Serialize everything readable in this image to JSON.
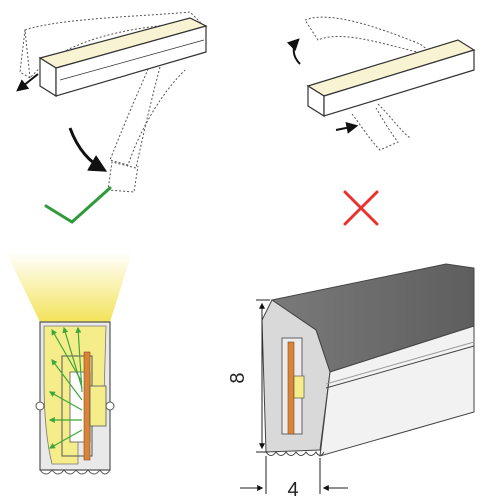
{
  "colors": {
    "correct_mark": "#2e9a3a",
    "wrong_mark": "#e8322b",
    "led_glow": "#f5ec8a",
    "light_arrow": "#3aa83a",
    "pcb": "#d8853a",
    "profile_dark": "#6d6d6d",
    "profile_light": "#e9e9e9",
    "cream_face": "#f8f3d2"
  },
  "panels": [
    {
      "name": "correct-bend",
      "mark": "check-mark"
    },
    {
      "name": "incorrect-bend",
      "mark": "cross-mark"
    },
    {
      "name": "light-emission-section"
    },
    {
      "name": "profile-dimension"
    }
  ],
  "dimensions": {
    "height_label": "8",
    "width_label": "4"
  }
}
